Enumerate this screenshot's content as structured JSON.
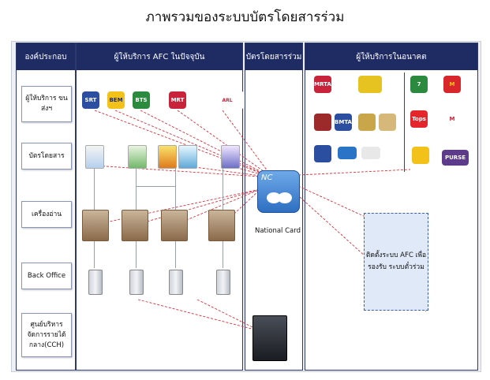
{
  "title": "ภาพรวมของระบบบัตรโดยสารร่วม",
  "columns": {
    "organization": "องค์ประกอบ",
    "current_providers": "ผู้ให้บริการ AFC ในปัจจุบัน",
    "common_ticket": "บัตรโดยสารร่วม",
    "future_providers": "ผู้ให้บริการในอนาคต"
  },
  "rows": [
    "ผู้ให้บริการ ขนส่งฯ",
    "บัตรโดยสาร",
    "เครื่องอ่าน",
    "Back Office",
    "ศูนย์บริหาร จัดการรายได้ กลาง(CCH)"
  ],
  "current_logos": [
    "SRT",
    "BEM",
    "BTS",
    "MRT",
    "Airport Rail Link"
  ],
  "future_logos": [
    "MRTA",
    "BMTA",
    "7-Eleven",
    "McDonald's",
    "Tops",
    "PURSE"
  ],
  "national_card": {
    "badge": "NC",
    "label": "National Card"
  },
  "future_note": "ติดตั้งระบบ AFC เพื่อรองรับ ระบบตั๋วร่วม",
  "colors": {
    "header": "#1f2b63",
    "link_dashed": "#d9303a",
    "national_card": "#2e6fc2"
  }
}
